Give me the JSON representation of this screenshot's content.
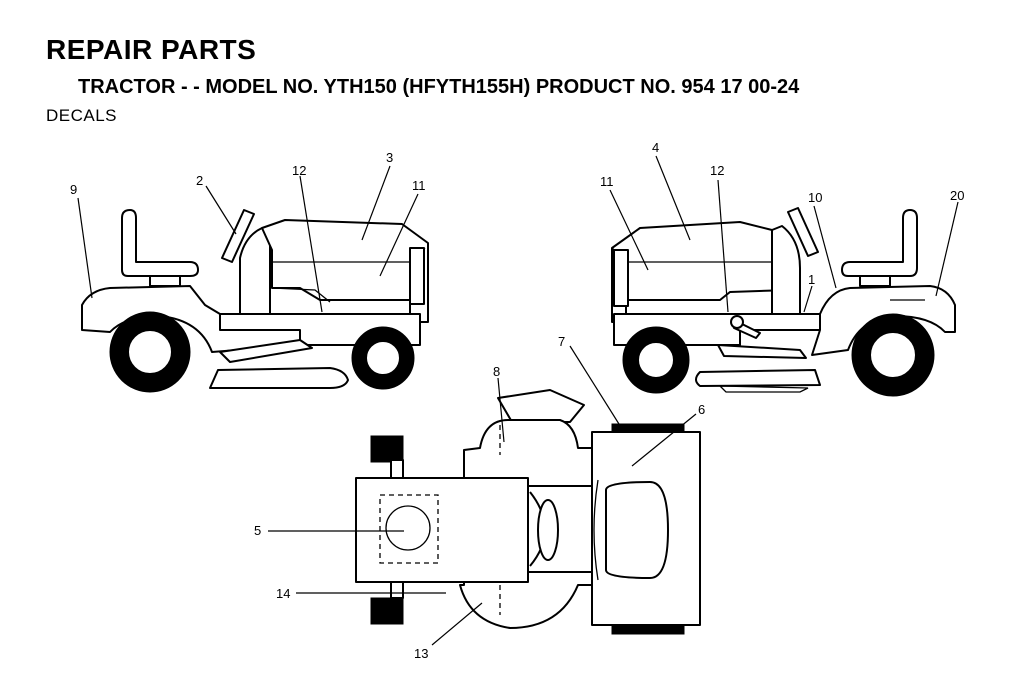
{
  "header": {
    "title": "REPAIR PARTS",
    "subtitle": "TRACTOR - - MODEL NO. YTH150 (HFYTH155H) PRODUCT NO. 954 17 00-24",
    "section": "DECALS"
  },
  "callouts": {
    "c1": "1",
    "c2": "2",
    "c3": "3",
    "c4": "4",
    "c5": "5",
    "c6": "6",
    "c7": "7",
    "c8": "8",
    "c9": "9",
    "c10": "10",
    "c11a": "11",
    "c11b": "11",
    "c12a": "12",
    "c12b": "12",
    "c13": "13",
    "c14": "14",
    "c20": "20"
  },
  "diagram": {
    "views": [
      "left-side",
      "right-side",
      "top"
    ]
  }
}
